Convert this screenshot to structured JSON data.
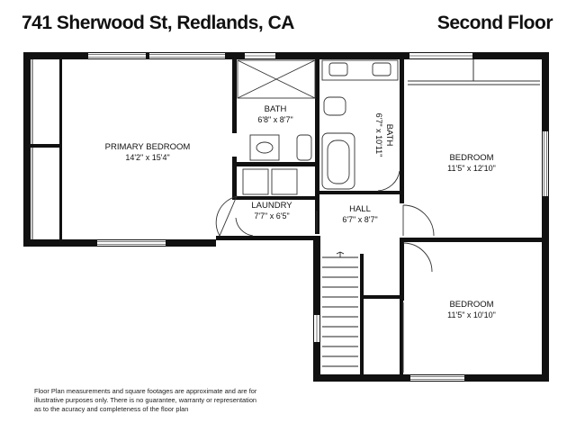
{
  "header": {
    "address": "741 Sherwood St, Redlands, CA",
    "floor": "Second Floor"
  },
  "rooms": {
    "primary_bedroom": {
      "name": "PRIMARY BEDROOM",
      "dims": "14'2\" x 15'4\""
    },
    "bath1": {
      "name": "BATH",
      "dims": "6'8\" x 8'7\""
    },
    "bath2": {
      "name": "BATH",
      "dims": "6'7\" x 10'11\""
    },
    "bedroom1": {
      "name": "BEDROOM",
      "dims": "11'5\" x 12'10\""
    },
    "laundry": {
      "name": "LAUNDRY",
      "dims": "7'7\" x 6'5\""
    },
    "hall": {
      "name": "HALL",
      "dims": "6'7\" x 8'7\""
    },
    "bedroom2": {
      "name": "BEDROOM",
      "dims": "11'5\" x 10'10\""
    }
  },
  "disclaimer": [
    "Floor Plan measurements and square footages are approximate and are for",
    "illustrative purposes only. There is no guarantee, warranty or representation",
    "as to the acuracy and completeness of the floor plan"
  ]
}
